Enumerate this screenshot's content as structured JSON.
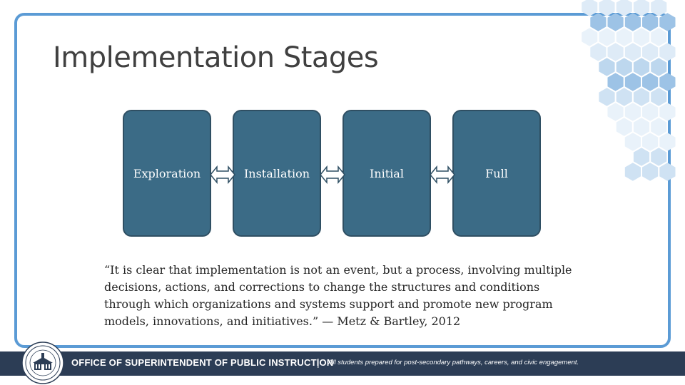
{
  "slide": {
    "title": "Implementation Stages",
    "stages": [
      {
        "label": "Exploration"
      },
      {
        "label": "Installation"
      },
      {
        "label": "Initial"
      },
      {
        "label": "Full"
      }
    ],
    "quote": "“It is clear that implementation is not an event, but a process, involving multiple decisions, actions, and corrections to change the structures and conditions through which organizations and systems support and promote new program models, innovations, and initiatives.” — Metz & Bartley, 2012"
  },
  "footer": {
    "organization": "OFFICE OF SUPERINTENDENT OF PUBLIC INSTRUCTION",
    "separator": "|",
    "tagline": "All students prepared for post-secondary pathways, careers, and civic engagement."
  },
  "colors": {
    "frame": "#5b9bd5",
    "stage_fill": "#3b6b86",
    "footer_bg": "#2c3d55"
  }
}
